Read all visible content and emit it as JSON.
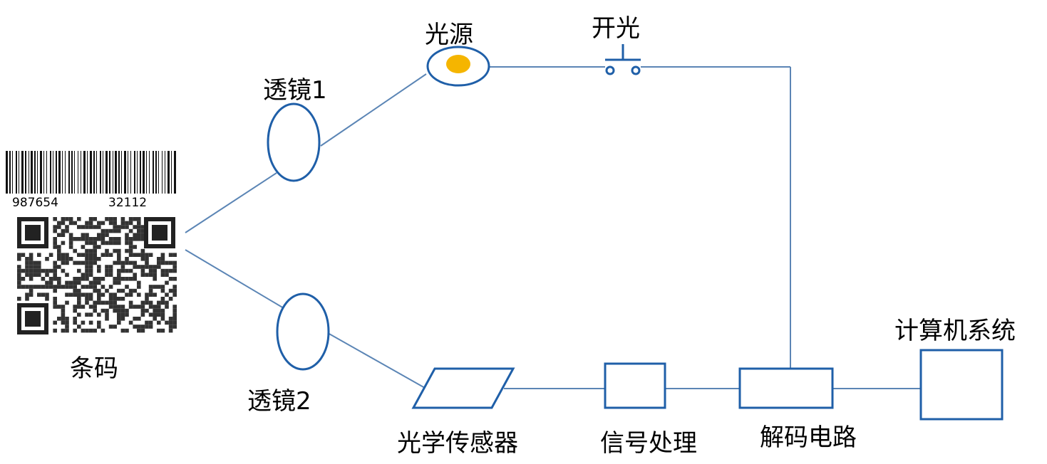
{
  "colors": {
    "line": "#5b85b5",
    "shape_stroke": "#1f5fa8",
    "light_fill": "#f5b500",
    "label_text": "#000000"
  },
  "barcode": {
    "label": "条码",
    "digits_left": "987654",
    "digits_right": "32112"
  },
  "lens1": {
    "label": "透镜1"
  },
  "lens2": {
    "label": "透镜2"
  },
  "light_source": {
    "label": "光源"
  },
  "switch": {
    "label": "开光"
  },
  "optical_sensor": {
    "label": "光学传感器"
  },
  "signal_processing": {
    "label": "信号处理"
  },
  "decoding_circuit": {
    "label": "解码电路"
  },
  "computer_system": {
    "label": "计算机系统"
  }
}
